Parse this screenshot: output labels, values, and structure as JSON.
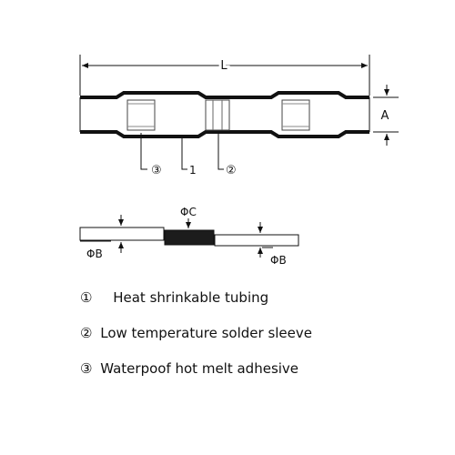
{
  "top_view": {
    "length_label": "L",
    "height_label": "A",
    "callouts": [
      "③",
      "1",
      "②"
    ]
  },
  "section_view": {
    "wire_left_label": "ΦB",
    "solder_label": "ΦC",
    "wire_right_label": "ΦB"
  },
  "legend": [
    {
      "marker": "①",
      "text": "Heat shrinkable tubing"
    },
    {
      "marker": "②",
      "text": "Low temperature solder sleeve"
    },
    {
      "marker": "③",
      "text": "Waterpoof hot melt adhesive"
    }
  ],
  "colors": {
    "line": "#111111",
    "tube_band": "#1a1a1a",
    "solder_fill": "#1c1c1c"
  }
}
